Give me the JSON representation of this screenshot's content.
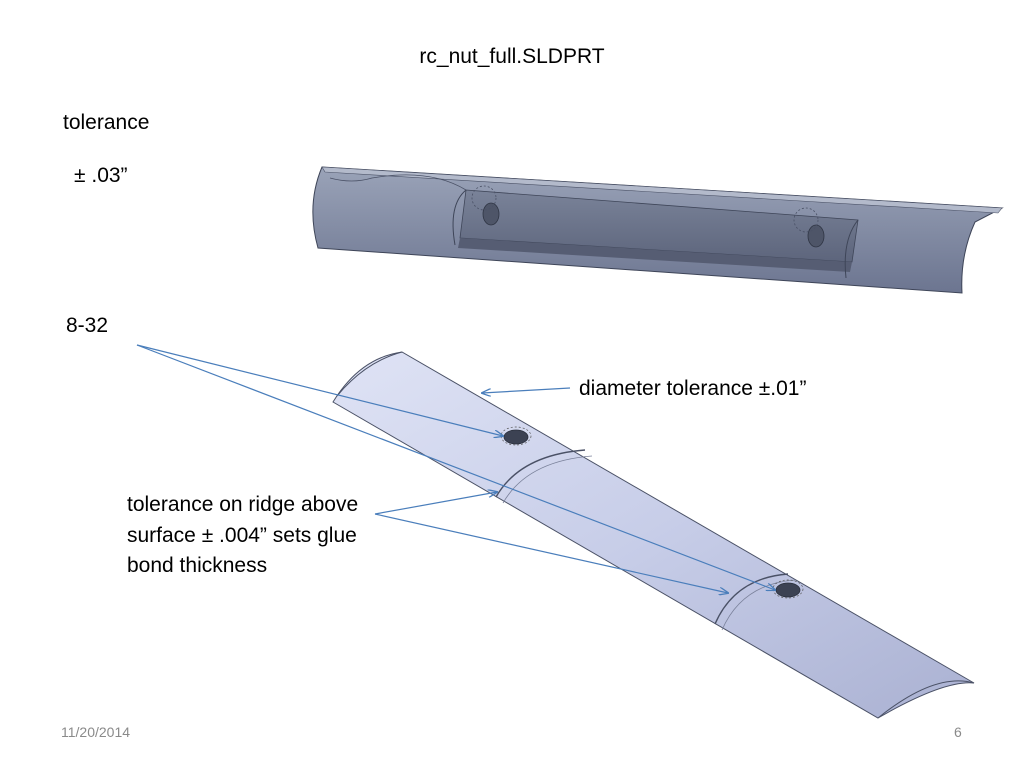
{
  "slide": {
    "title": "rc_nut_full.SLDPRT",
    "tolerance_label": "tolerance",
    "tolerance_value": "± .03”",
    "thread_label": "8-32",
    "diameter_note": "diameter tolerance ±.01”",
    "ridge_note": "tolerance on ridge above surface ± .004” sets glue bond thickness",
    "date": "11/20/2014",
    "page_number": "6"
  },
  "colors": {
    "arrow": "#4a7ebb",
    "top_part_face": "#8590a6",
    "bottom_part_face": "#c5cbe6",
    "footer_text": "#8a8a8a"
  }
}
